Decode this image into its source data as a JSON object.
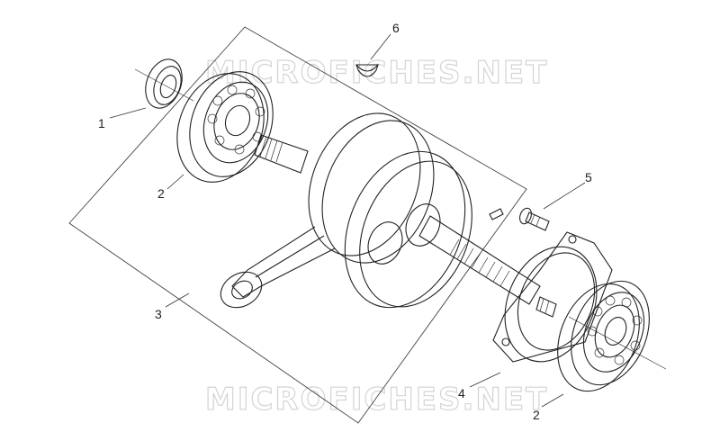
{
  "watermark": {
    "text": "MICROFICHES.NET"
  },
  "parts": [
    {
      "number": "1"
    },
    {
      "number": "2"
    },
    {
      "number": "3"
    },
    {
      "number": "4"
    },
    {
      "number": "5"
    },
    {
      "number": "6"
    },
    {
      "number": "2"
    }
  ]
}
